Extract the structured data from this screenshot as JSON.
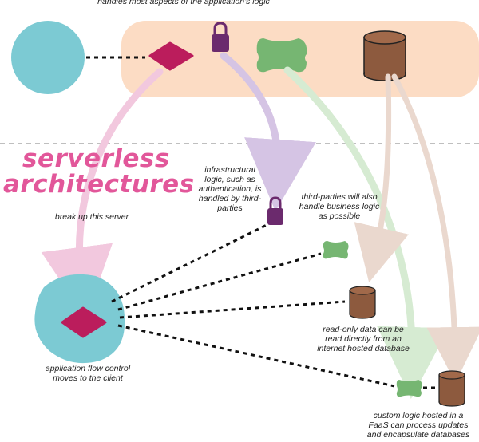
{
  "top_caption": "handles most aspects of the application's logic",
  "title": {
    "line1": "serverless",
    "line2": "architectures"
  },
  "labels": {
    "break_up": "break up this server",
    "infra": [
      "infrastructural",
      "logic, such as",
      "authentication, is",
      "handled by third-",
      "parties"
    ],
    "third_parties": [
      "third-parties will also",
      "handle business logic",
      "as possible"
    ],
    "read_only": [
      "read-only data can be",
      "read directly from an",
      "internet hosted database"
    ],
    "client": [
      "application flow control",
      "moves to the client"
    ],
    "faas": [
      "custom logic hosted in a",
      "FaaS can process updates",
      "and encapsulate databases"
    ]
  },
  "colors": {
    "client": "#7ccad3",
    "logic": "#bb1d5c",
    "auth": "#6b2a6d",
    "business": "#76b672",
    "database": "#8d5a3e",
    "server_band": "#fcdcc4",
    "title": "#e2579a",
    "arrow_pink": "#f2c8de",
    "arrow_purple": "#d5c4e4",
    "arrow_green": "#d6ebd2",
    "arrow_tan": "#ead8ce"
  }
}
